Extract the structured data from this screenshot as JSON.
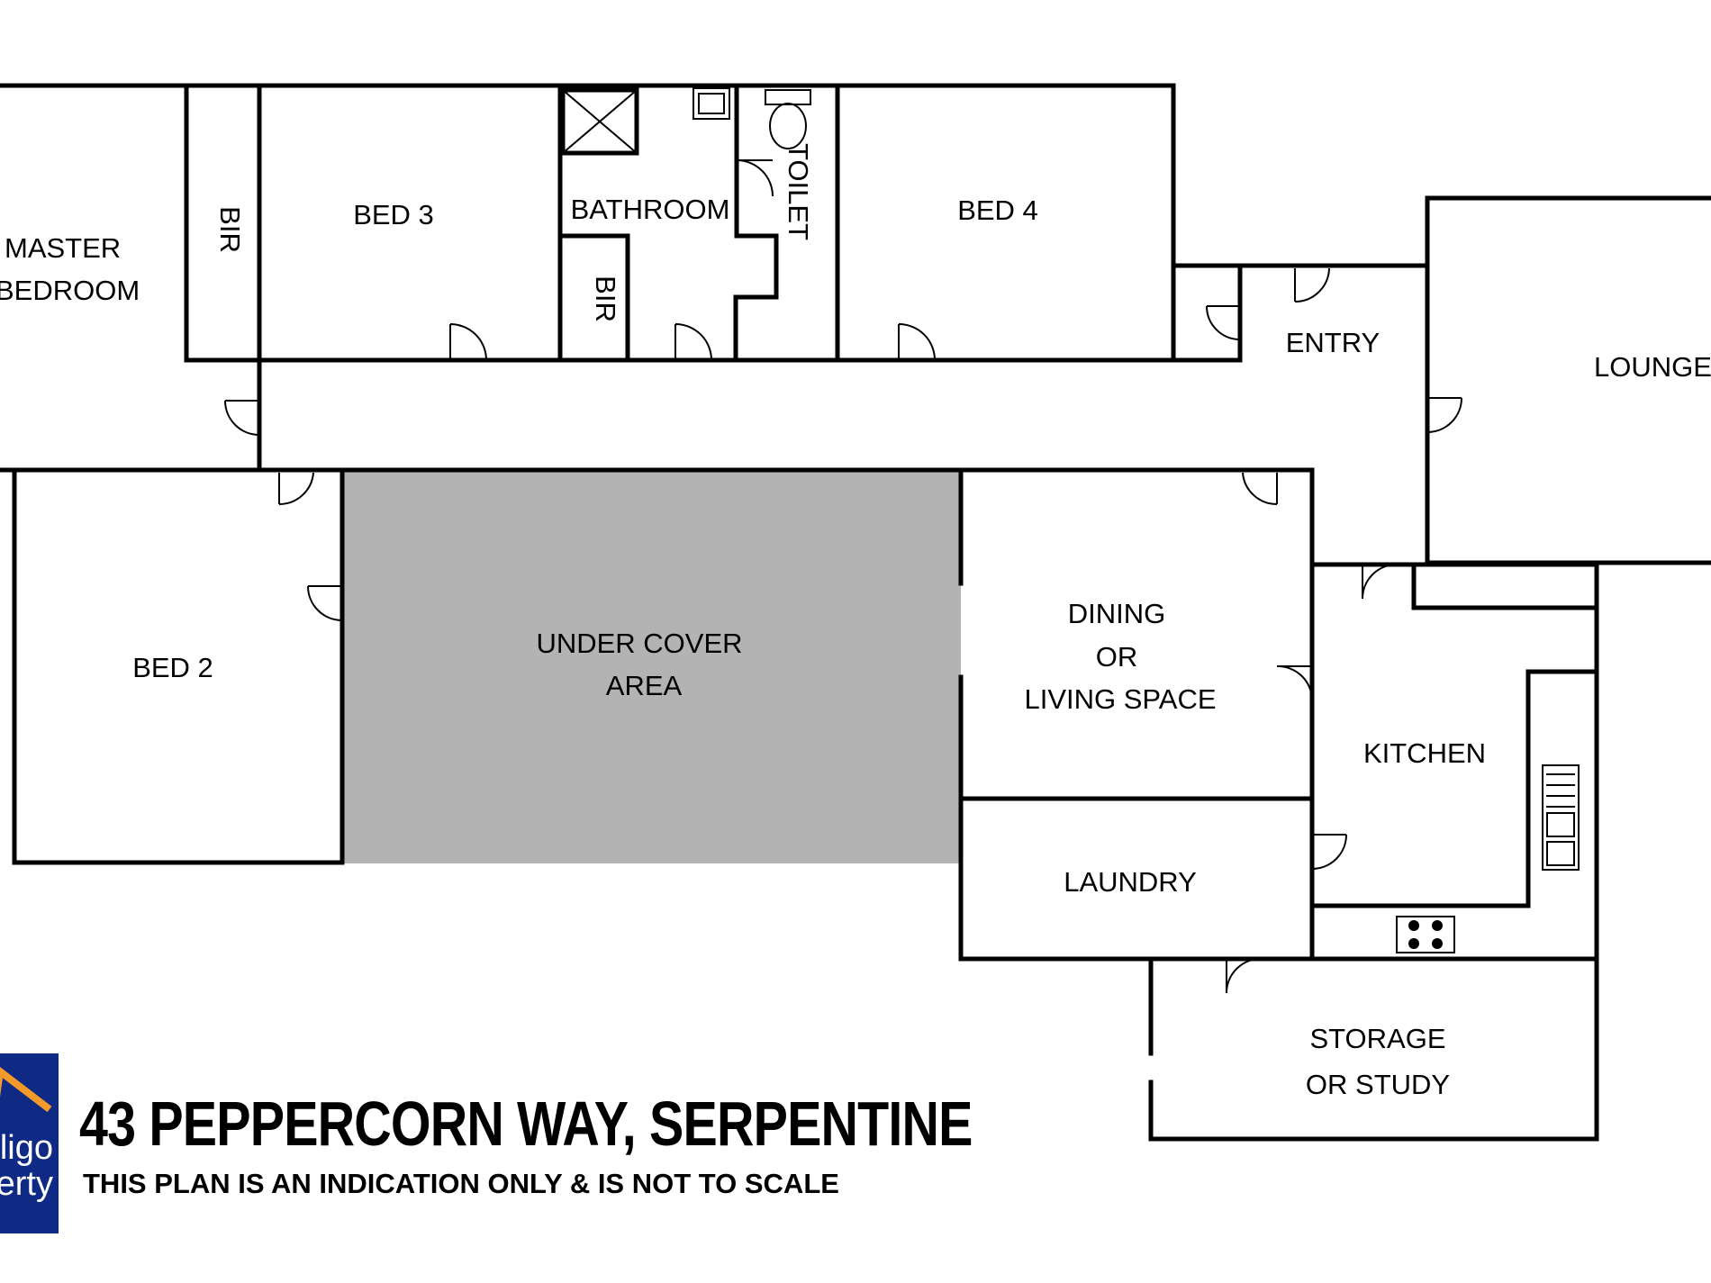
{
  "rooms": {
    "master_bedroom": [
      "MASTER",
      "BEDROOM"
    ],
    "bir_1": "BIR",
    "bed_3": "BED 3",
    "bathroom": "BATHROOM",
    "bir_2": "BIR",
    "toilet": "TOILET",
    "bed_4": "BED 4",
    "entry": "ENTRY",
    "lounge": "LOUNGE",
    "bed_2": "BED 2",
    "under_cover": [
      "UNDER COVER",
      "AREA"
    ],
    "dining": [
      "DINING",
      "OR",
      "LIVING SPACE"
    ],
    "kitchen": "KITCHEN",
    "laundry": "LAUNDRY",
    "storage": [
      "STORAGE",
      "OR STUDY"
    ]
  },
  "footer": {
    "address": "43 PEPPERCORN WAY, SERPENTINE",
    "disclaimer": "THIS PLAN IS AN INDICATION ONLY & IS NOT TO SCALE"
  },
  "logo": {
    "line1": "ligo",
    "line2": "erty",
    "bg_color": "#0e2a85",
    "roof_color": "#f39a2b"
  },
  "colors": {
    "under_cover_fill": "#b3b3b3",
    "walls": "#000000"
  }
}
